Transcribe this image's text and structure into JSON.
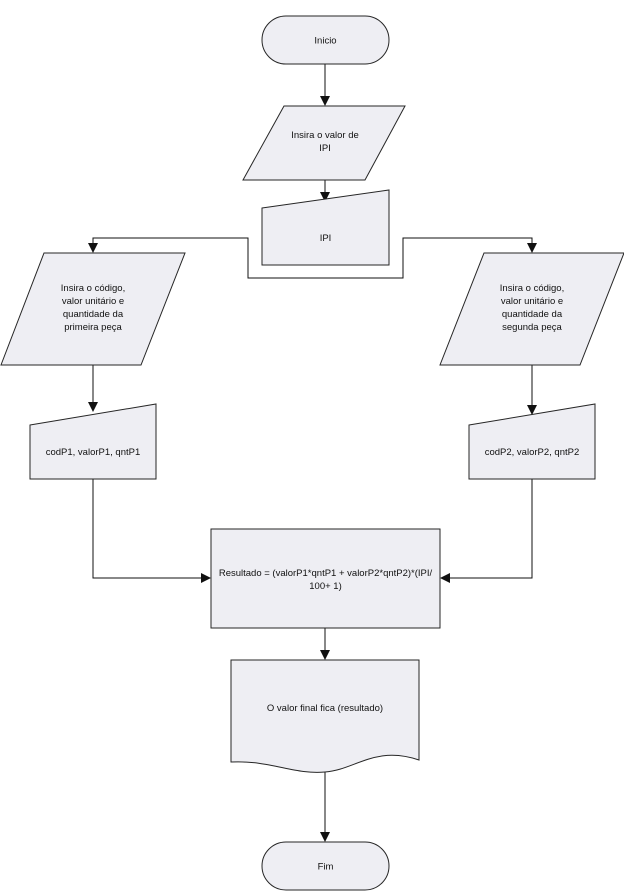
{
  "flowchart": {
    "start": "Inicio",
    "input_ipi": [
      "Insira o valor de",
      "IPI"
    ],
    "read_ipi": "IPI",
    "input_part1": [
      "Insira o código,",
      "valor unitário e",
      "quantidade da",
      "primeira peça"
    ],
    "input_part2": [
      "Insira o código,",
      "valor unitário e",
      "quantidade da",
      "segunda peça"
    ],
    "read_part1": "codP1, valorP1, qntP1",
    "read_part2": "codP2, valorP2, qntP2",
    "process": [
      "Resultado = (valorP1*qntP1 + valorP2*qntP2)*(IPI/",
      "100+ 1)"
    ],
    "output": "O valor final fica (resultado)",
    "end": "Fim"
  }
}
